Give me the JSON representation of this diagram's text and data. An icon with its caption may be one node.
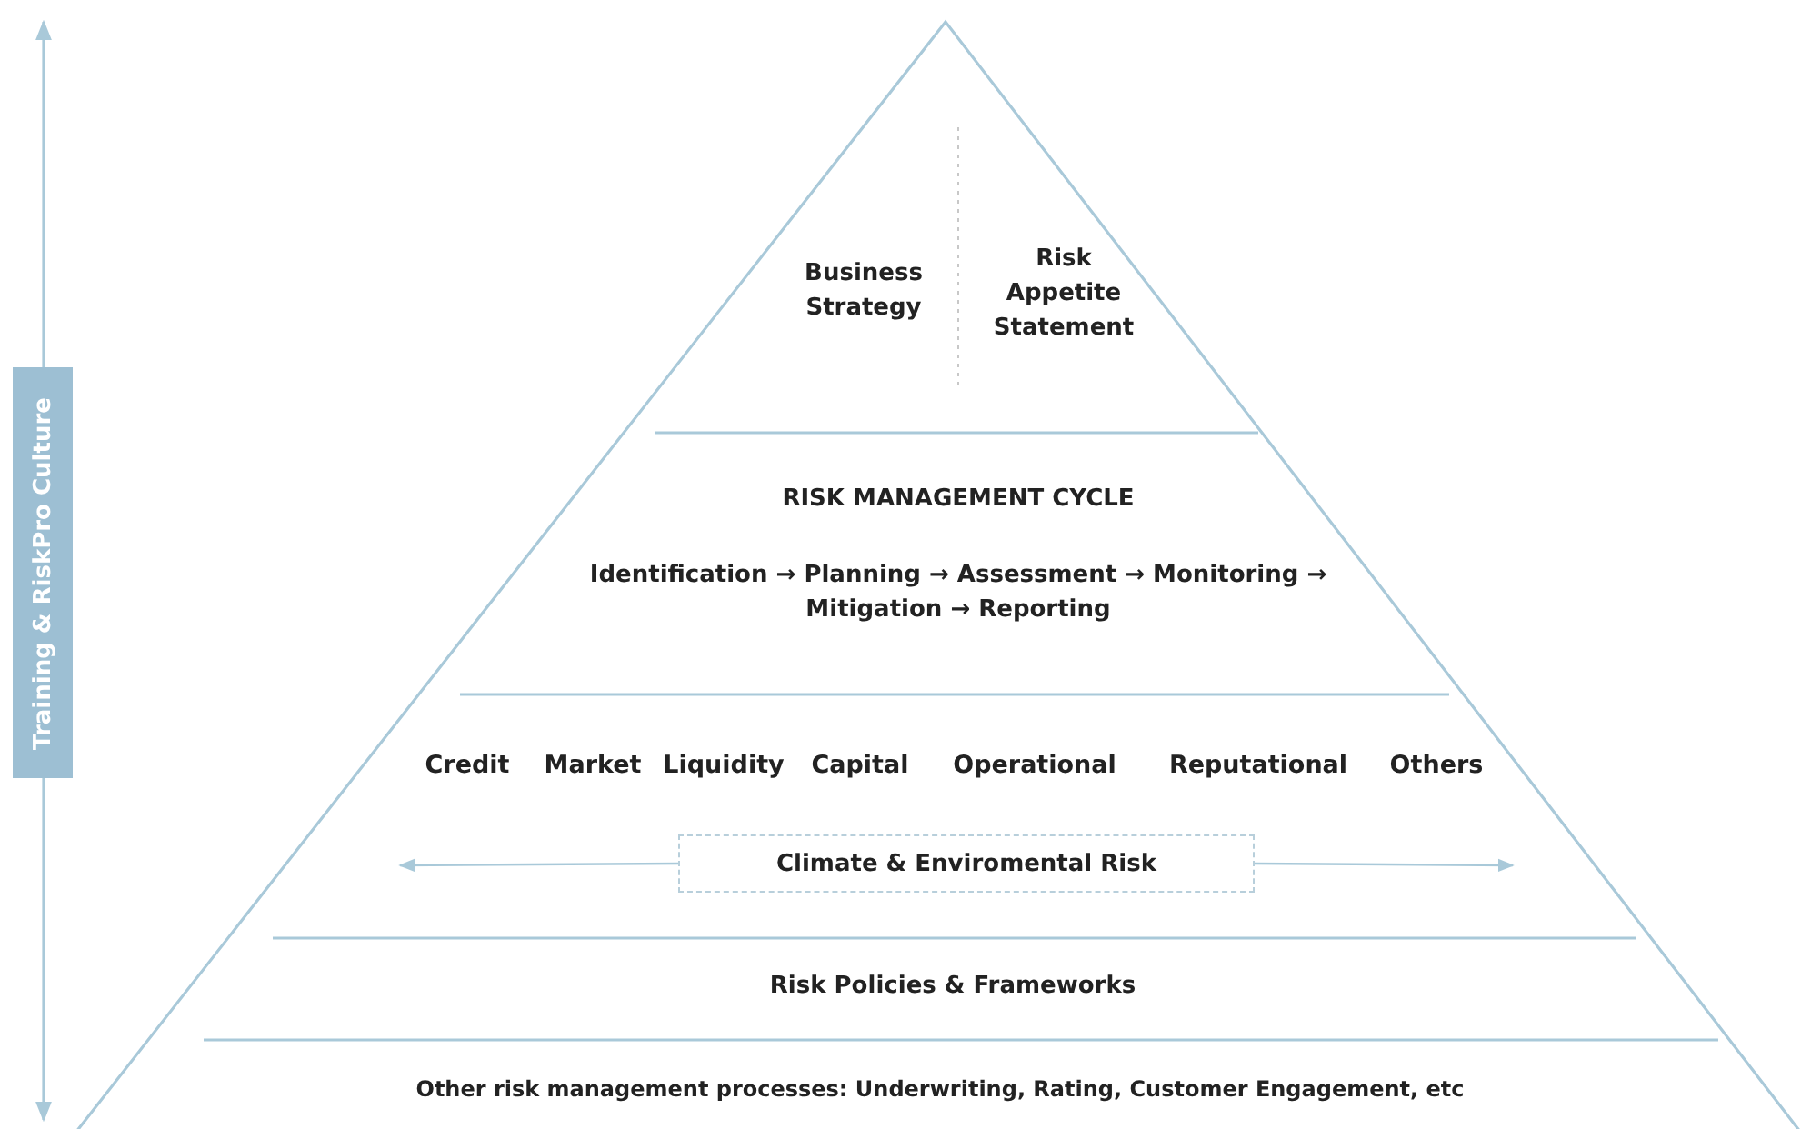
{
  "diagram": {
    "nodes": [
      {
        "text": [
          "Business Strategy",
          "Risk Appetite Statement"
        ]
      },
      {
        "text": [
          "RISK MANAGEMENT CYCLE",
          "Identification → Planning → Assessment → Monitoring → Mitigation → Reporting"
        ]
      },
      {
        "text": [
          "Credit",
          "Market",
          "Liquidity",
          "Capital",
          "Operational",
          "Reputational",
          "Others"
        ]
      },
      {
        "text": [
          "Climate & Enviromental Risk"
        ],
        "in": 2
      },
      {
        "text": [
          "Risk Policies & Frameworks"
        ]
      },
      {
        "text": [
          "Other risk management processes: Underwriting, Rating, Customer Engagement, etc"
        ]
      },
      {
        "text": [
          "Training & RiskPro Culture"
        ]
      }
    ],
    "edges": [
      {
        "from": 3,
        "to": null,
        "arrow": "to"
      },
      {
        "from": 3,
        "to": null,
        "arrow": "to"
      }
    ]
  }
}
